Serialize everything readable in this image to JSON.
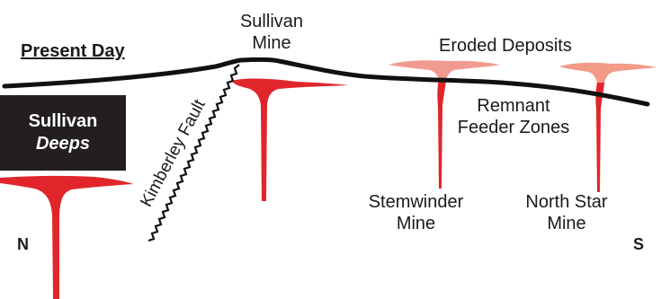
{
  "labels": {
    "present_day": "Present Day",
    "sullivan_mine": [
      "Sullivan",
      "Mine"
    ],
    "eroded_deposits": "Eroded Deposits",
    "remnant_feeder": [
      "Remnant",
      "Feeder Zones"
    ],
    "sullivan_deeps": [
      "Sullivan",
      "Deeps"
    ],
    "kimberley_fault": "Kimberley Fault",
    "stemwinder_mine": [
      "Stemwinder",
      "Mine"
    ],
    "north_star_mine": [
      "North Star",
      "Mine"
    ],
    "north": "N",
    "south": "S"
  },
  "colors": {
    "deposit_red": "#e0262b",
    "eroded_pink": "#ef8a7c",
    "surface_line": "#111111",
    "box_fill": "#231f20"
  }
}
